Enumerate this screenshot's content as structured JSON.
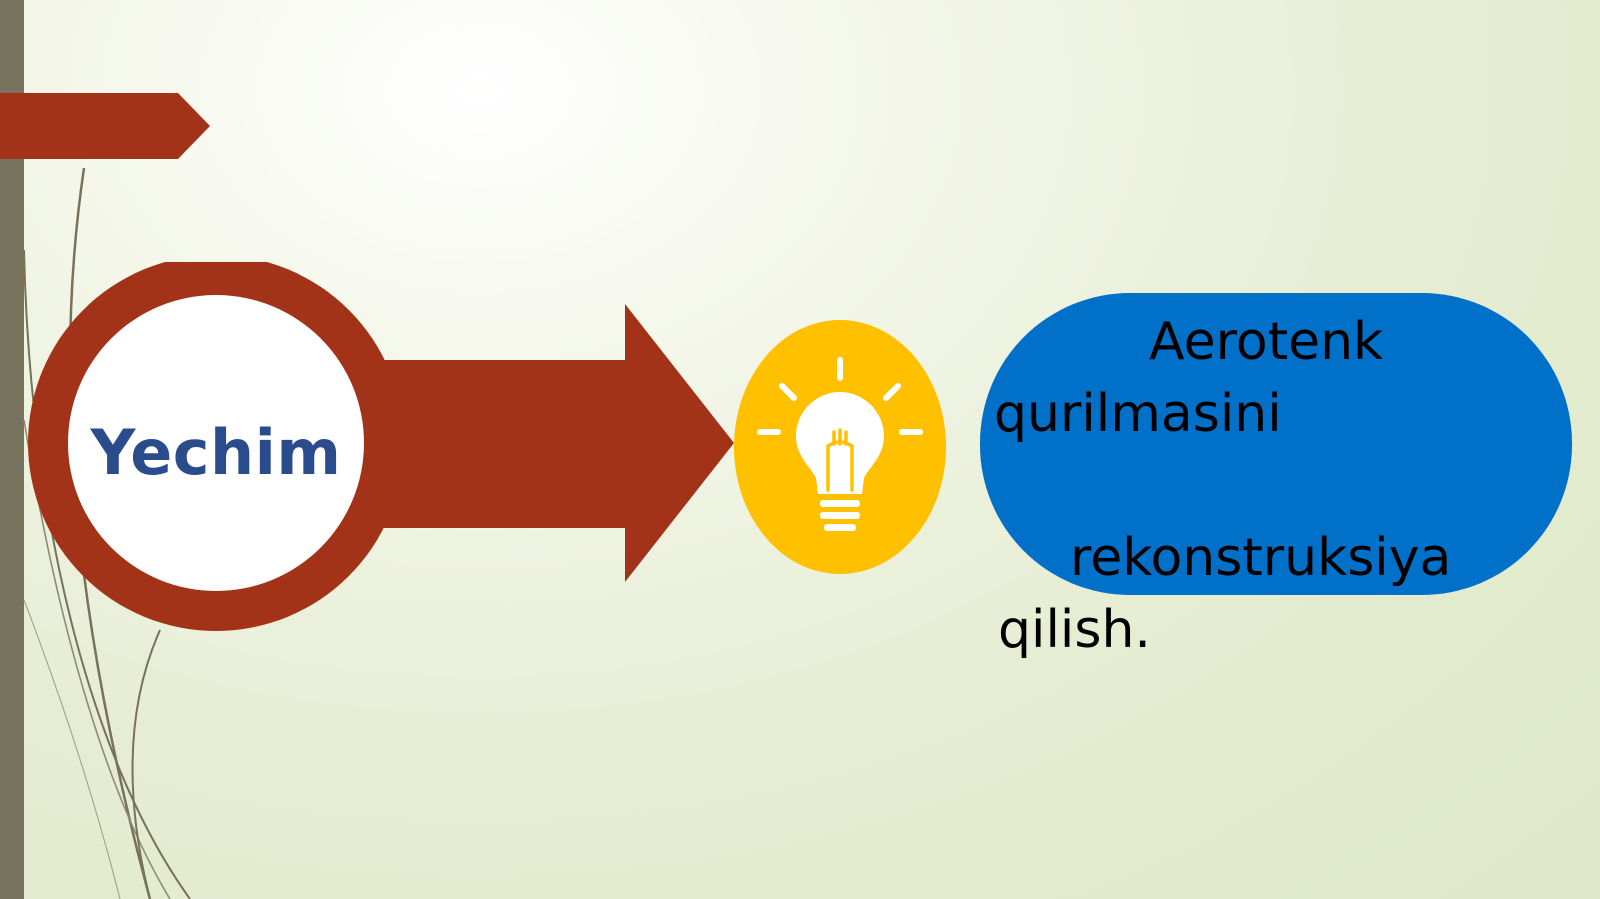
{
  "slide": {
    "colors": {
      "accent_red": "#a33318",
      "bar": "#78735c",
      "bulb_yellow": "#ffc000",
      "pill_blue": "#0070c8",
      "label_blue": "#2b4c8c"
    },
    "label": "Yechim",
    "icon": "lightbulb-icon",
    "solution_lines": [
      "Aerotenk",
      "qurilmasini",
      "rekonstruksiya",
      "qilish."
    ]
  }
}
